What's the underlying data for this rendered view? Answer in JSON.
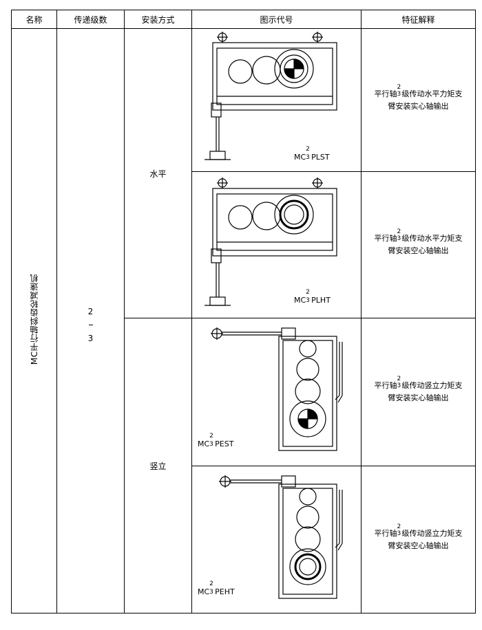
{
  "headers": {
    "name": "名称",
    "stages": "传递级数",
    "mounting": "安装方式",
    "code": "图示代号",
    "feature": "特征解释"
  },
  "product_name": "MC平行轴斜齿轮减速机",
  "stages": {
    "from": "2",
    "sep": "—",
    "to": "3"
  },
  "mountings": {
    "horizontal": "水平",
    "vertical": "竖立"
  },
  "rows": [
    {
      "code_prefix": "MC",
      "code_sup": "2",
      "code_sub": "3",
      "code_suffix": "PLST",
      "feature_a": "平行轴",
      "feature_sup": "2",
      "feature_sub": "3",
      "feature_b": "级传动水平力矩支",
      "feature_line2": "臂安装实心轴输出"
    },
    {
      "code_prefix": "MC",
      "code_sup": "2",
      "code_sub": "3",
      "code_suffix": "PLHT",
      "feature_a": "平行轴",
      "feature_sup": "2",
      "feature_sub": "3",
      "feature_b": "级传动水平力矩支",
      "feature_line2": "臂安装空心轴输出"
    },
    {
      "code_prefix": "MC",
      "code_sup": "2",
      "code_sub": "3",
      "code_suffix": "PEST",
      "feature_a": "平行轴",
      "feature_sup": "2",
      "feature_sub": "3",
      "feature_b": "级传动竖立力矩支",
      "feature_line2": "臂安装实心轴输出"
    },
    {
      "code_prefix": "MC",
      "code_sup": "2",
      "code_sub": "3",
      "code_suffix": "PEHT",
      "feature_a": "平行轴",
      "feature_sup": "2",
      "feature_sub": "3",
      "feature_b": "级传动竖立力矩支",
      "feature_line2": "臂安装空心轴输出"
    }
  ]
}
